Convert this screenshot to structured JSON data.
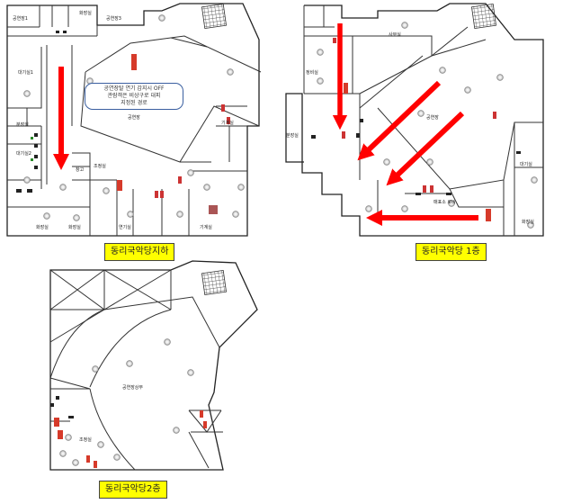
{
  "floors": {
    "b1": {
      "caption": "동리국악당지하",
      "note_lines": [
        "공연장탈 연기 감지시 OFF",
        "관람객은 비상구로 대피",
        "지정된 경로"
      ],
      "rooms": {
        "a": "공연장1",
        "b": "화장실",
        "c": "공연장3",
        "d": "대기실1",
        "e": "대기실2",
        "f": "분장실",
        "g": "공연장",
        "h": "기계실",
        "i": "창고",
        "j": "화장실",
        "k": "화장실",
        "l": "연기실",
        "m": "기계실",
        "n": "조정실"
      }
    },
    "f1": {
      "caption": "동리국악당 1층",
      "rooms": {
        "a": "사무실",
        "b": "정비실",
        "c": "분장실",
        "d": "공연장",
        "e": "매표소 로비",
        "f": "대기실",
        "g": "화장실"
      }
    },
    "f2": {
      "caption": "동리국악당2층",
      "rooms": {
        "a": "공연장상부",
        "b": "조정실"
      }
    }
  },
  "colors": {
    "arrow": "#ff0000",
    "caption_bg": "#ffff00",
    "note_border": "#3a5fa0"
  }
}
